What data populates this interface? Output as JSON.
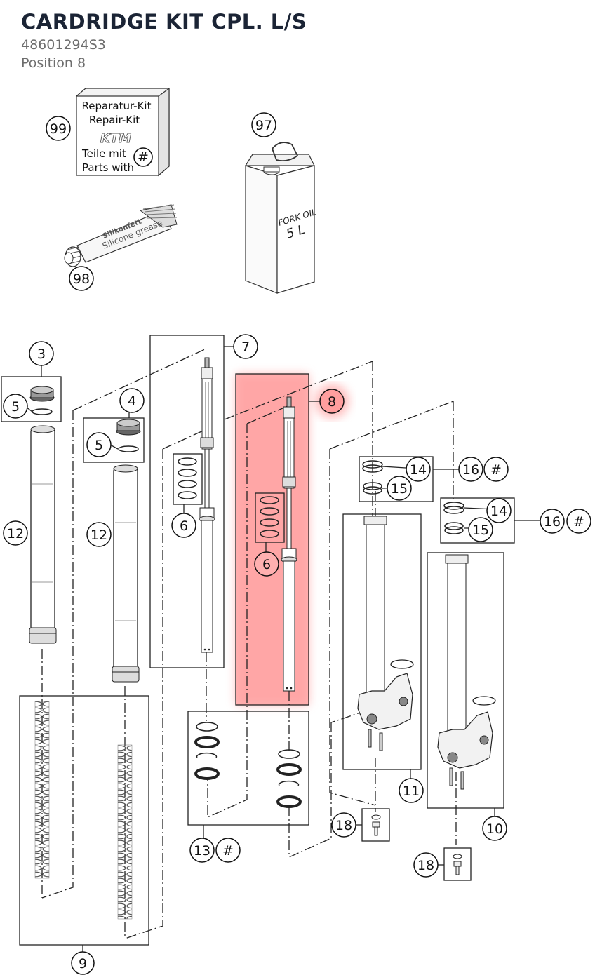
{
  "header": {
    "title": "CARDRIDGE KIT CPL. L/S",
    "part_number": "48601294S3",
    "position": "Position 8"
  },
  "diagram": {
    "highlight_color": "#ff8a8a",
    "kit_box": {
      "line1": "Reparatur-Kit",
      "line2": "Repair-Kit",
      "logo": "KTM",
      "line3": "Teile mit",
      "line4": "Parts with",
      "symbol": "#"
    },
    "grease_label_1": "Silikonfett",
    "grease_label_2": "Silicone grease",
    "oil_can_label_1": "FORK OIL",
    "oil_can_label_2": "5 L",
    "callouts": {
      "c99": "99",
      "c98": "98",
      "c97": "97",
      "c3": "3",
      "c4": "4",
      "c5a": "5",
      "c5b": "5",
      "c7": "7",
      "c8": "8",
      "c6a": "6",
      "c6b": "6",
      "c12a": "12",
      "c12b": "12",
      "c14a": "14",
      "c14b": "14",
      "c15a": "15",
      "c15b": "15",
      "c16a": "16",
      "c16b": "16",
      "h16a": "#",
      "h16b": "#",
      "h13": "#",
      "c11": "11",
      "c10": "10",
      "c13": "13",
      "c18a": "18",
      "c18b": "18",
      "c9": "9"
    }
  }
}
